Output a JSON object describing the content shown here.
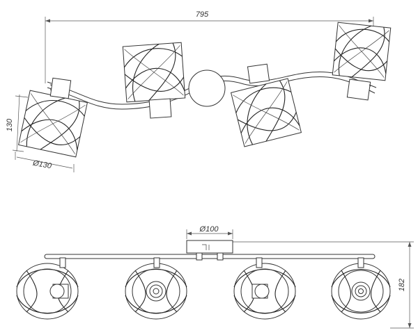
{
  "dimensions": {
    "total_length": "795",
    "shade_height": "130",
    "shade_diameter": "Ø130",
    "canopy_diameter": "Ø100",
    "total_height": "182"
  },
  "colors": {
    "line": "#333333",
    "background": "#ffffff"
  }
}
